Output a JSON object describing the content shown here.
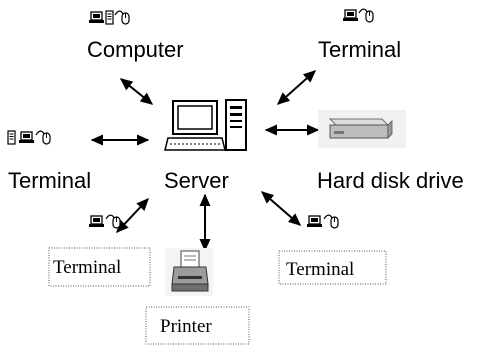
{
  "nodes": {
    "computer": "Computer",
    "terminal_top_right": "Terminal",
    "terminal_left": "Terminal",
    "server": "Server",
    "hard_disk": "Hard disk drive",
    "terminal_bottom_left": "Terminal",
    "printer": "Printer",
    "terminal_bottom_right": "Terminal"
  },
  "icons": {
    "workstation": "computer-mouse-icon",
    "server": "server-icon",
    "disk": "hard-disk-icon",
    "printer": "printer-icon"
  }
}
